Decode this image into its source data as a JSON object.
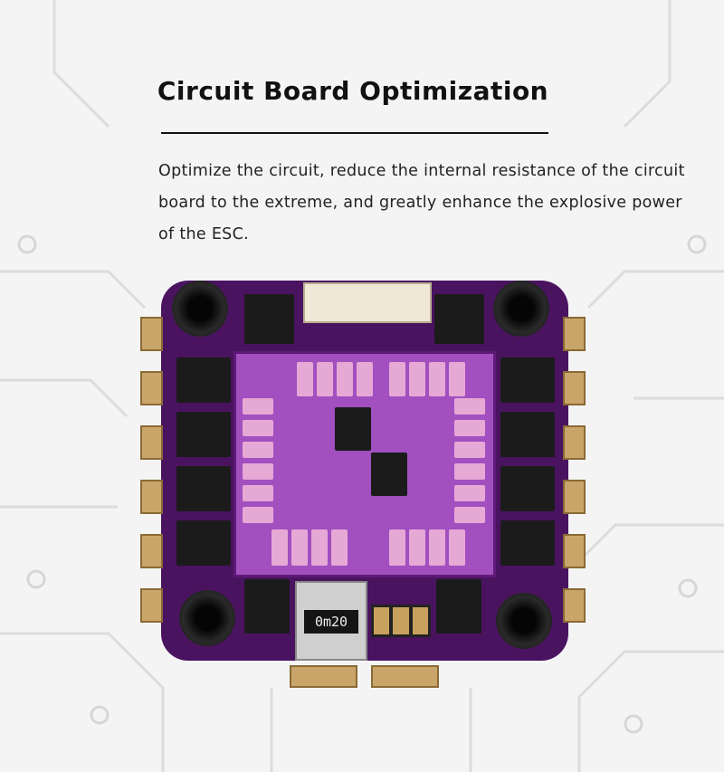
{
  "heading": "Circuit Board Optimization",
  "description": "Optimize the circuit, reduce the internal resistance of the circuit board to the extreme, and greatly enhance the explosive power of the ESC.",
  "product_image": {
    "resistor_marking": "0m20",
    "board_color": "#4a1360"
  }
}
